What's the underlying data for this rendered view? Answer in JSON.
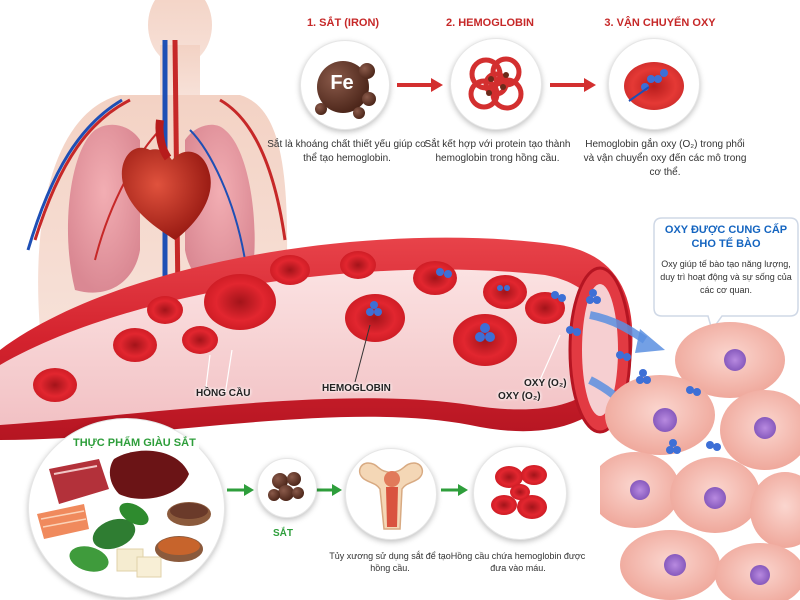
{
  "steps": [
    {
      "title": "1. SẮT (IRON)",
      "desc": "Sắt là khoáng chất thiết yếu giúp cơ thể tạo hemoglobin.",
      "desc_bold": "hemoglobin."
    },
    {
      "title": "2. HEMOGLOBIN",
      "desc": "Sắt kết hợp với protein tạo thành hemoglobin trong hồng cầu.",
      "desc_bold": "hemoglobin"
    },
    {
      "title": "3. VẬN CHUYỂN OXY",
      "desc": "Hemoglobin gắn oxy (O₂) trong phổi và vận chuyển oxy đến các mô trong cơ thể."
    }
  ],
  "fe_symbol": "Fe",
  "vessel_labels": {
    "red_cell": "HỒNG CẦU",
    "hemoglobin": "HEMOGLOBIN",
    "oxy1": "OXY (O₂)",
    "oxy2": "OXY (O₂)"
  },
  "bubble": {
    "title": "OXY ĐƯỢC CUNG CẤP CHO TẾ BÀO",
    "text": "Oxy giúp tế bào tạo năng lượng, duy trì hoạt động và sự sống của các cơ quan."
  },
  "food": {
    "title": "THỰC PHẨM GIÀU SẮT",
    "iron_label": "SẮT",
    "bone_desc": "Tủy xương sử dụng sắt để tạo hồng cầu.",
    "rbc_desc": "Hồng cầu chứa hemoglobin được đưa vào máu."
  },
  "colors": {
    "accent_red": "#c62828",
    "green": "#2e9e3b",
    "blue_title": "#1565c0",
    "arrow_red": "#d32f2f"
  }
}
